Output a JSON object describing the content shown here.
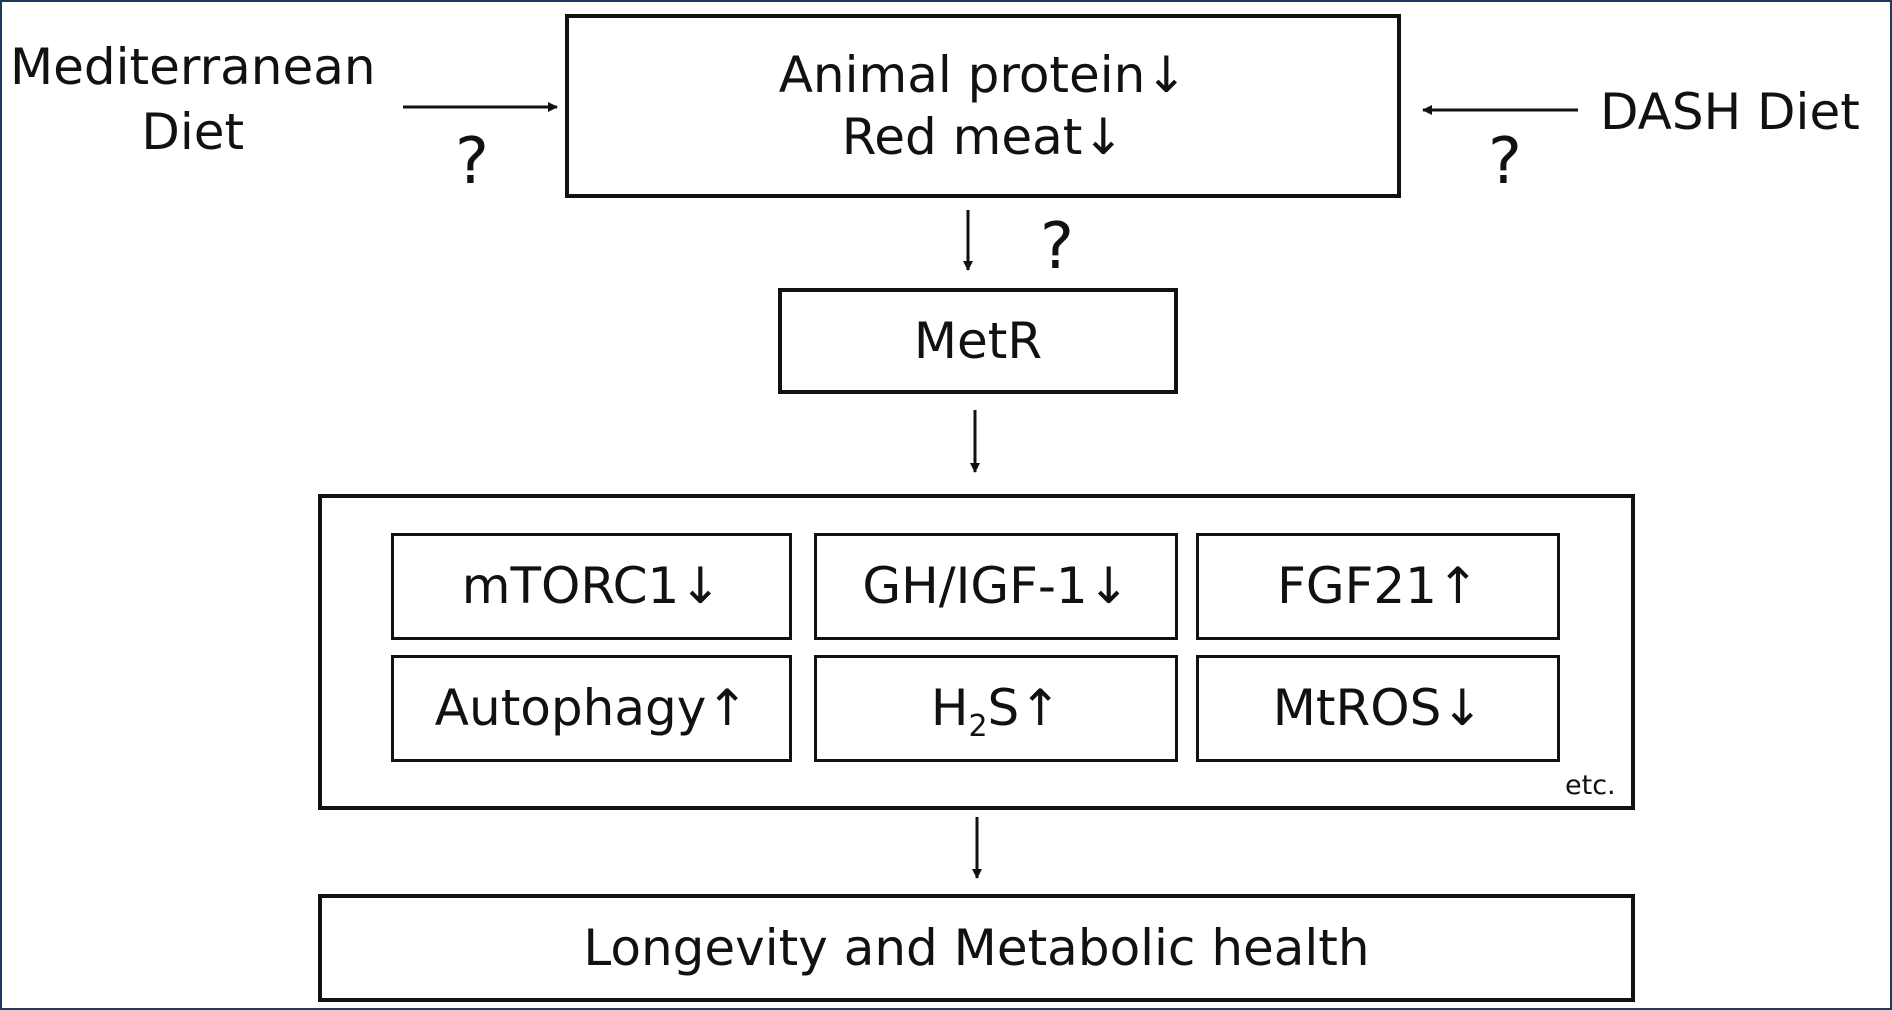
{
  "left_input": {
    "line1": "Mediterranean",
    "line2": "Diet",
    "question": "?"
  },
  "right_input": {
    "label": "DASH Diet",
    "question": "?"
  },
  "top_box": {
    "line1": "Animal protein↓",
    "line2": "Red meat↓"
  },
  "top_to_metr_question": "?",
  "metr_box": {
    "label": "MetR"
  },
  "effects": {
    "items": [
      {
        "label": "mTORC1↓"
      },
      {
        "label": "GH/IGF-1↓"
      },
      {
        "label": "FGF21↑"
      },
      {
        "label": "Autophagy↑"
      },
      {
        "label_main": "H",
        "label_sub": "2",
        "label_tail": "S↑"
      },
      {
        "label": "MtROS↓"
      }
    ],
    "etc": "etc."
  },
  "outcome_box": {
    "label": "Longevity and Metabolic health"
  }
}
